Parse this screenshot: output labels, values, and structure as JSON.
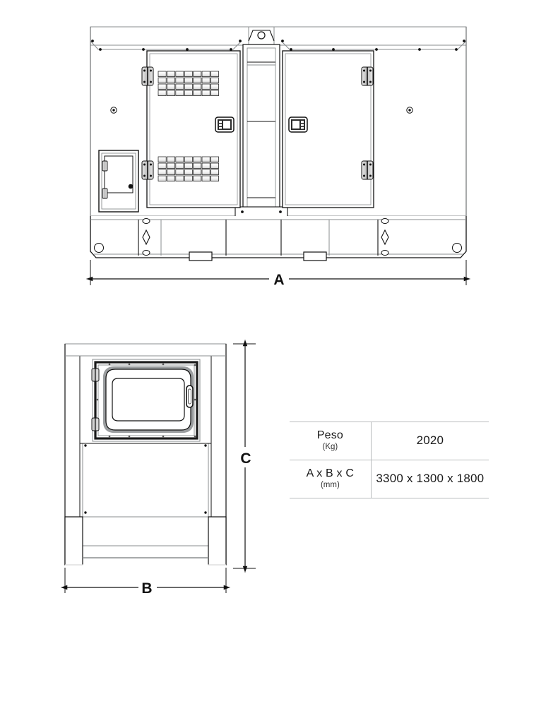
{
  "document": {
    "type": "technical-dimension-drawing",
    "subject": "Soundproof canopy diesel generator set"
  },
  "views": {
    "side_view": {
      "name": "side-elevation",
      "dimension_label": "A"
    },
    "front_view": {
      "name": "front-elevation",
      "width_label": "B",
      "height_label": "C"
    }
  },
  "dimensions": {
    "a_label": "A",
    "b_label": "B",
    "c_label": "C"
  },
  "spec_table": {
    "rows": [
      {
        "label": "Peso",
        "unit": "(Kg)",
        "value": "2020"
      },
      {
        "label": "A x B x C",
        "unit": "(mm)",
        "value": "3300 x 1300 x 1800"
      }
    ]
  },
  "colors": {
    "line": "#1a1a1a",
    "light_line": "#8a8d8f",
    "table_rule": "#b9bcbe",
    "background": "#ffffff"
  }
}
